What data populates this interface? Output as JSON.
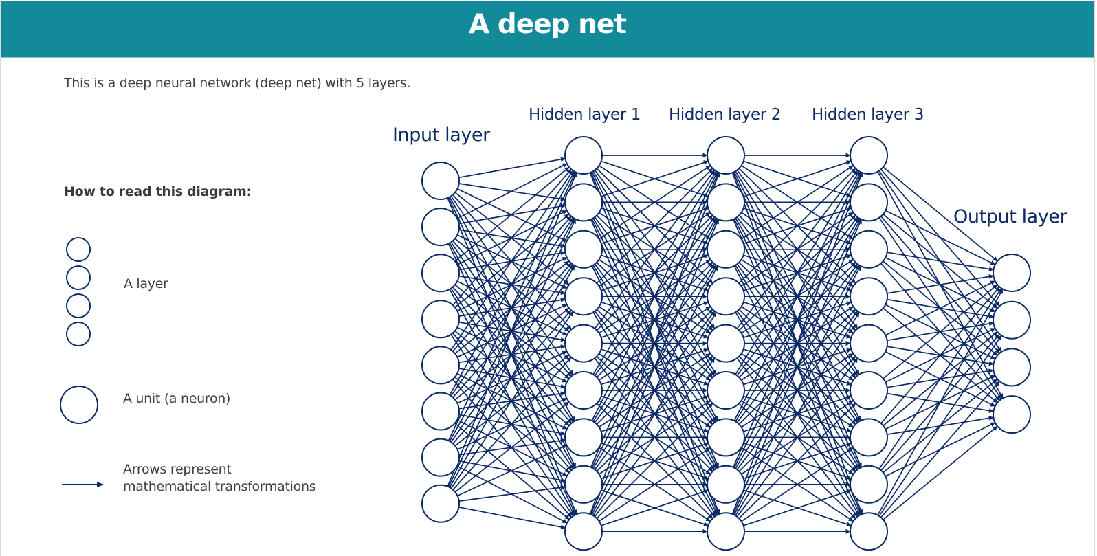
{
  "header": {
    "title": "A deep net"
  },
  "intro": "This is a deep neural network (deep net) with 5 layers.",
  "legend": {
    "heading": "How to read this diagram:",
    "items": [
      {
        "icon": "layer-icon",
        "label": "A layer"
      },
      {
        "icon": "unit-icon",
        "label": "A unit (a neuron)"
      },
      {
        "icon": "arrow-icon",
        "label_line1": "Arrows represent",
        "label_line2": "mathematical transformations"
      }
    ]
  },
  "network": {
    "layers": [
      {
        "name": "Input layer",
        "units": 8
      },
      {
        "name": "Hidden layer 1",
        "units": 9
      },
      {
        "name": "Hidden layer 2",
        "units": 9
      },
      {
        "name": "Hidden layer 3",
        "units": 9
      },
      {
        "name": "Output layer",
        "units": 4
      }
    ],
    "connectivity": "fully-connected"
  },
  "colors": {
    "header": "#128a99",
    "network": "#0b2a66",
    "text": "#404040"
  }
}
